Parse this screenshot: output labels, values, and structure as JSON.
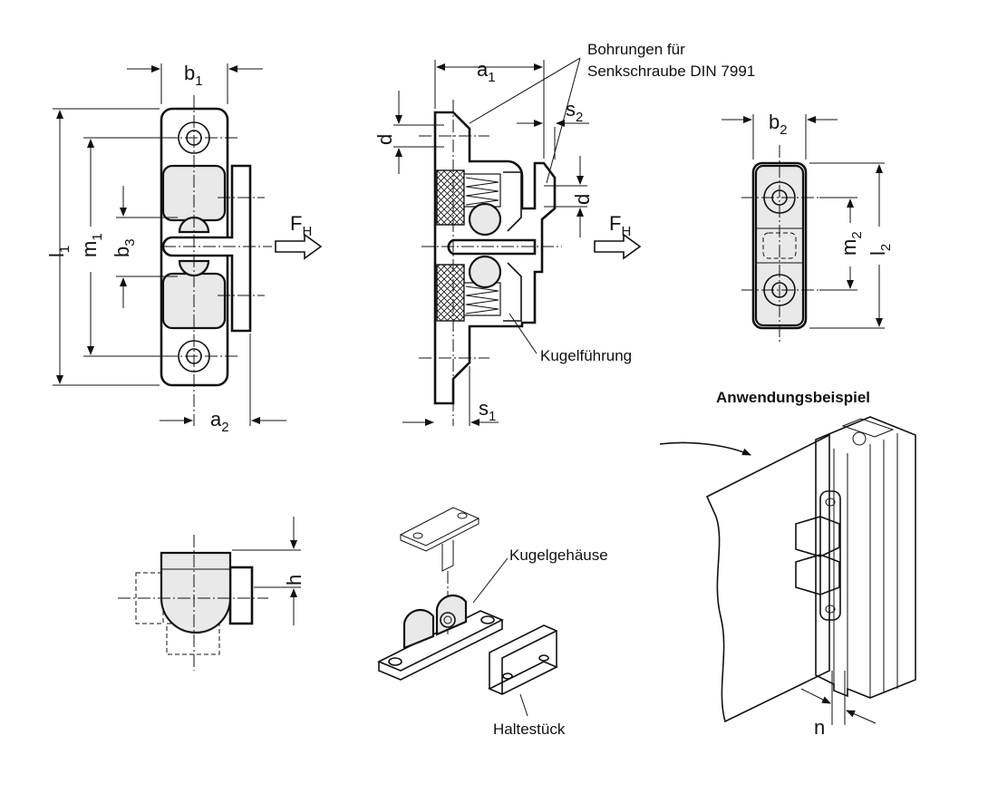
{
  "labels": {
    "b1": "b",
    "b1_sub": "1",
    "l1": "l",
    "l1_sub": "1",
    "m1": "m",
    "m1_sub": "1",
    "b3": "b",
    "b3_sub": "3",
    "a2": "a",
    "a2_sub": "2",
    "fh_left": "F",
    "fh_left_sub": "H",
    "a1": "a",
    "a1_sub": "1",
    "s2": "s",
    "s2_sub": "2",
    "d_top": "d",
    "d_right": "d",
    "s1": "s",
    "s1_sub": "1",
    "fh_mid": "F",
    "fh_mid_sub": "H",
    "b2": "b",
    "b2_sub": "2",
    "m2": "m",
    "m2_sub": "2",
    "l2": "l",
    "l2_sub": "2",
    "h": "h",
    "n": "n"
  },
  "notes": {
    "bohrungen_line1": "Bohrungen für",
    "bohrungen_line2": "Senkschraube DIN 7991",
    "kugelfuehrung": "Kugelführung",
    "anwendungsbeispiel": "Anwendungsbeispiel",
    "kugelgehaeuse": "Kugelgehäuse",
    "haltestueck": "Haltestück"
  }
}
